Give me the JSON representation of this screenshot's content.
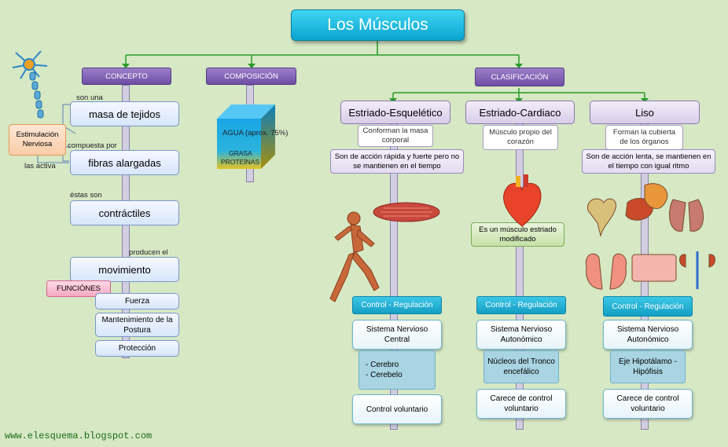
{
  "title": "Los Músculos",
  "categories": {
    "concepto": "CONCEPTO",
    "composicion": "COMPOSICIÓN",
    "clasificacion": "CLASIFICACIÓN"
  },
  "concepto": {
    "nodes": [
      "masa de tejidos",
      "fibras alargadas",
      "contráctiles",
      "movimiento"
    ],
    "links": [
      "son una",
      "compuesta por",
      "éstas son",
      "producen el",
      "las activa"
    ],
    "stimulus": "Estimulación Nerviosa",
    "funciones": "FUNCIÓNES",
    "functions": [
      "Fuerza",
      "Mantenimiento de la Postura",
      "Protección"
    ]
  },
  "composicion": {
    "agua": "AGUA  (aprox. 75%)",
    "grasa": "GRASA",
    "proteinas": "PROTEÍNAS"
  },
  "tipos": [
    {
      "name": "Estriado-Esquelético",
      "desc": "Conforman la masa corporal",
      "detail": "Son de acción rápida y fuerte pero no se mantienen en el tiempo",
      "control": "Control - Regulación",
      "system": "Sistema Nervioso Central",
      "parts": "- Cerebro\n- Cerebelo",
      "voluntary": "Control voluntario"
    },
    {
      "name": "Estriado-Cardiaco",
      "desc": "Músculo propio del corazón",
      "detail": "Es un músculo estriado modificado",
      "control": "Control - Regulación",
      "system": "Sistema Nervioso Autonómico",
      "parts": "Núcleos del Tronco encefálico",
      "voluntary": "Carece de control voluntario"
    },
    {
      "name": "Liso",
      "desc": "Forman la cubierta de los órganos",
      "detail": "Son de acción lenta, se mantienen en el tiempo con igual ritmo",
      "control": "Control - Regulación",
      "system": "Sistema Nervioso Autonómico",
      "parts": "Eje Hipotálamo - Hipófisis",
      "voluntary": "Carece de control voluntario"
    }
  ],
  "footer": "www.elesquema.blogspot.com",
  "colors": {
    "background": "#d6e8c4",
    "title": "#0aa3cf",
    "category": "#6e4ea6",
    "control": "#139ec4",
    "connector": "#2a9a2a"
  }
}
